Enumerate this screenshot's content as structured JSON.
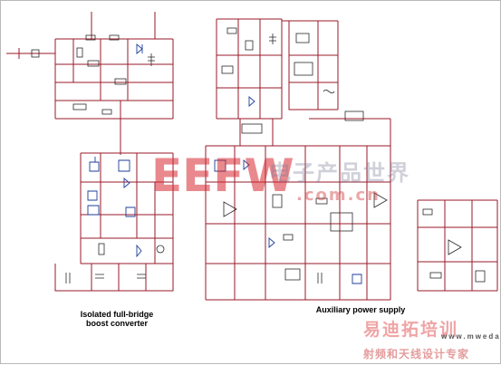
{
  "captions": {
    "left": [
      "Isolated full-bridge",
      "boost converter"
    ],
    "right": "Auxiliary power supply"
  },
  "watermarks": {
    "efw": "EEFW",
    "cn": "电子产品世界",
    "com": ".com.cn",
    "yidi": "易迪拓培训",
    "sub": "射频和天线设计专家",
    "domain": "www.mweda.com"
  },
  "colors": {
    "wire": "#9a1a2a",
    "component": "#2a2a2a",
    "blue_component": "#1e3e9a",
    "watermark_red": "#d72832"
  }
}
